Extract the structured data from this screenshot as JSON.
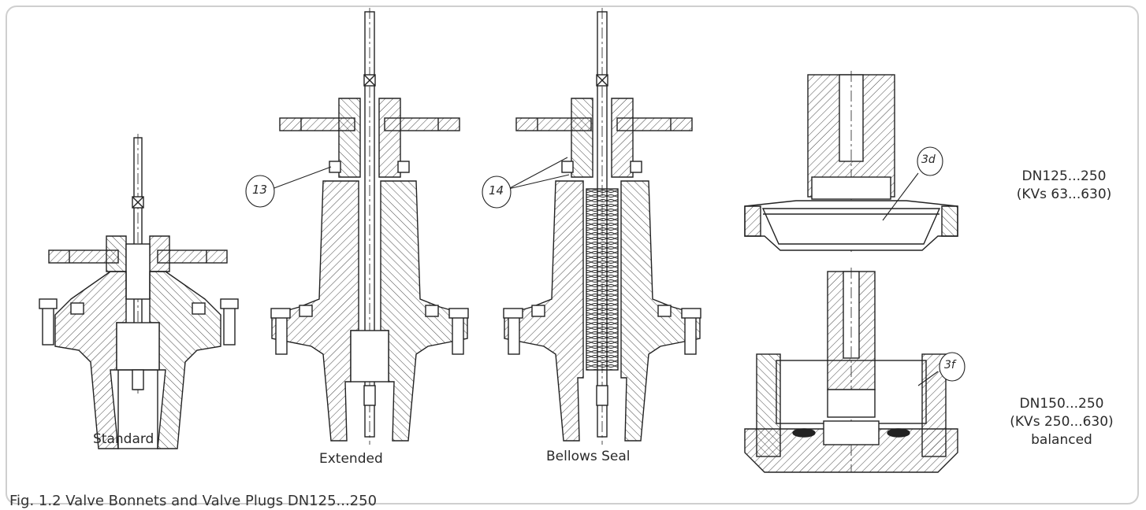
{
  "caption": "Fig. 1.2 Valve Bonnets and Valve Plugs DN125...250",
  "bonnets": {
    "standard": "Standard",
    "extended": "Extended",
    "bellows": "Bellows Seal"
  },
  "callouts": {
    "c13": "13",
    "c14": "14",
    "c3d": "3d",
    "c3f": "3f"
  },
  "plugs": {
    "top": {
      "line1": "DN125...250",
      "line2": "(KVs 63...630)"
    },
    "bottom": {
      "line1": "DN150...250",
      "line2": "(KVs 250...630)",
      "line3": "balanced"
    }
  }
}
